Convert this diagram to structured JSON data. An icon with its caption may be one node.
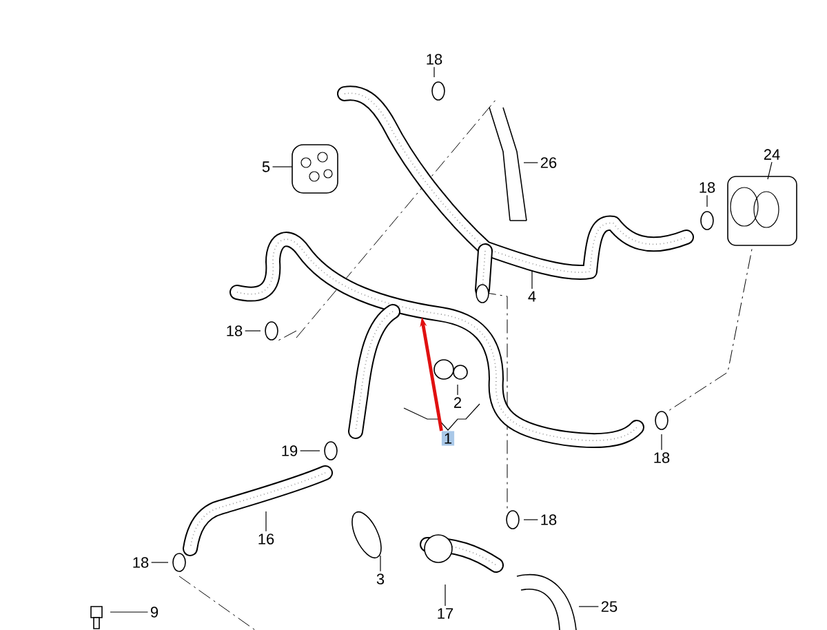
{
  "diagram": {
    "nodes": [
      {
        "text": [
          "18"
        ]
      },
      {
        "text": [
          "5"
        ]
      },
      {
        "text": [
          "26"
        ]
      },
      {
        "text": [
          "24"
        ]
      },
      {
        "text": [
          "18"
        ]
      },
      {
        "text": [
          "4"
        ]
      },
      {
        "text": [
          "18"
        ]
      },
      {
        "text": [
          "2"
        ]
      },
      {
        "text": [
          "1"
        ]
      },
      {
        "text": [
          "19"
        ]
      },
      {
        "text": [
          "18"
        ]
      },
      {
        "text": [
          "16"
        ]
      },
      {
        "text": [
          "18"
        ]
      },
      {
        "text": [
          "18"
        ]
      },
      {
        "text": [
          "3"
        ]
      },
      {
        "text": [
          "9"
        ]
      },
      {
        "text": [
          "17"
        ]
      },
      {
        "text": [
          "25"
        ]
      }
    ],
    "edges": [
      {
        "from": 0,
        "to": null,
        "arrow": "none"
      },
      {
        "from": 1,
        "to": null,
        "arrow": "none"
      },
      {
        "from": 2,
        "to": null,
        "arrow": "none"
      },
      {
        "from": 3,
        "to": null,
        "arrow": "none"
      },
      {
        "from": 4,
        "to": null,
        "arrow": "none"
      },
      {
        "from": 5,
        "to": null,
        "arrow": "none"
      },
      {
        "from": 6,
        "to": null,
        "arrow": "none"
      },
      {
        "from": 7,
        "to": null,
        "arrow": "none"
      },
      {
        "from": 8,
        "to": null,
        "arrow": "to",
        "style": "thick",
        "color": "#e01010"
      },
      {
        "from": 9,
        "to": null,
        "arrow": "none"
      },
      {
        "from": 10,
        "to": null,
        "arrow": "none"
      },
      {
        "from": 11,
        "to": null,
        "arrow": "none"
      },
      {
        "from": 12,
        "to": null,
        "arrow": "none"
      },
      {
        "from": 13,
        "to": null,
        "arrow": "none"
      },
      {
        "from": 14,
        "to": null,
        "arrow": "none"
      },
      {
        "from": 15,
        "to": null,
        "arrow": "none"
      },
      {
        "from": 16,
        "to": null,
        "arrow": "none"
      },
      {
        "from": 17,
        "to": null,
        "arrow": "none"
      }
    ]
  }
}
